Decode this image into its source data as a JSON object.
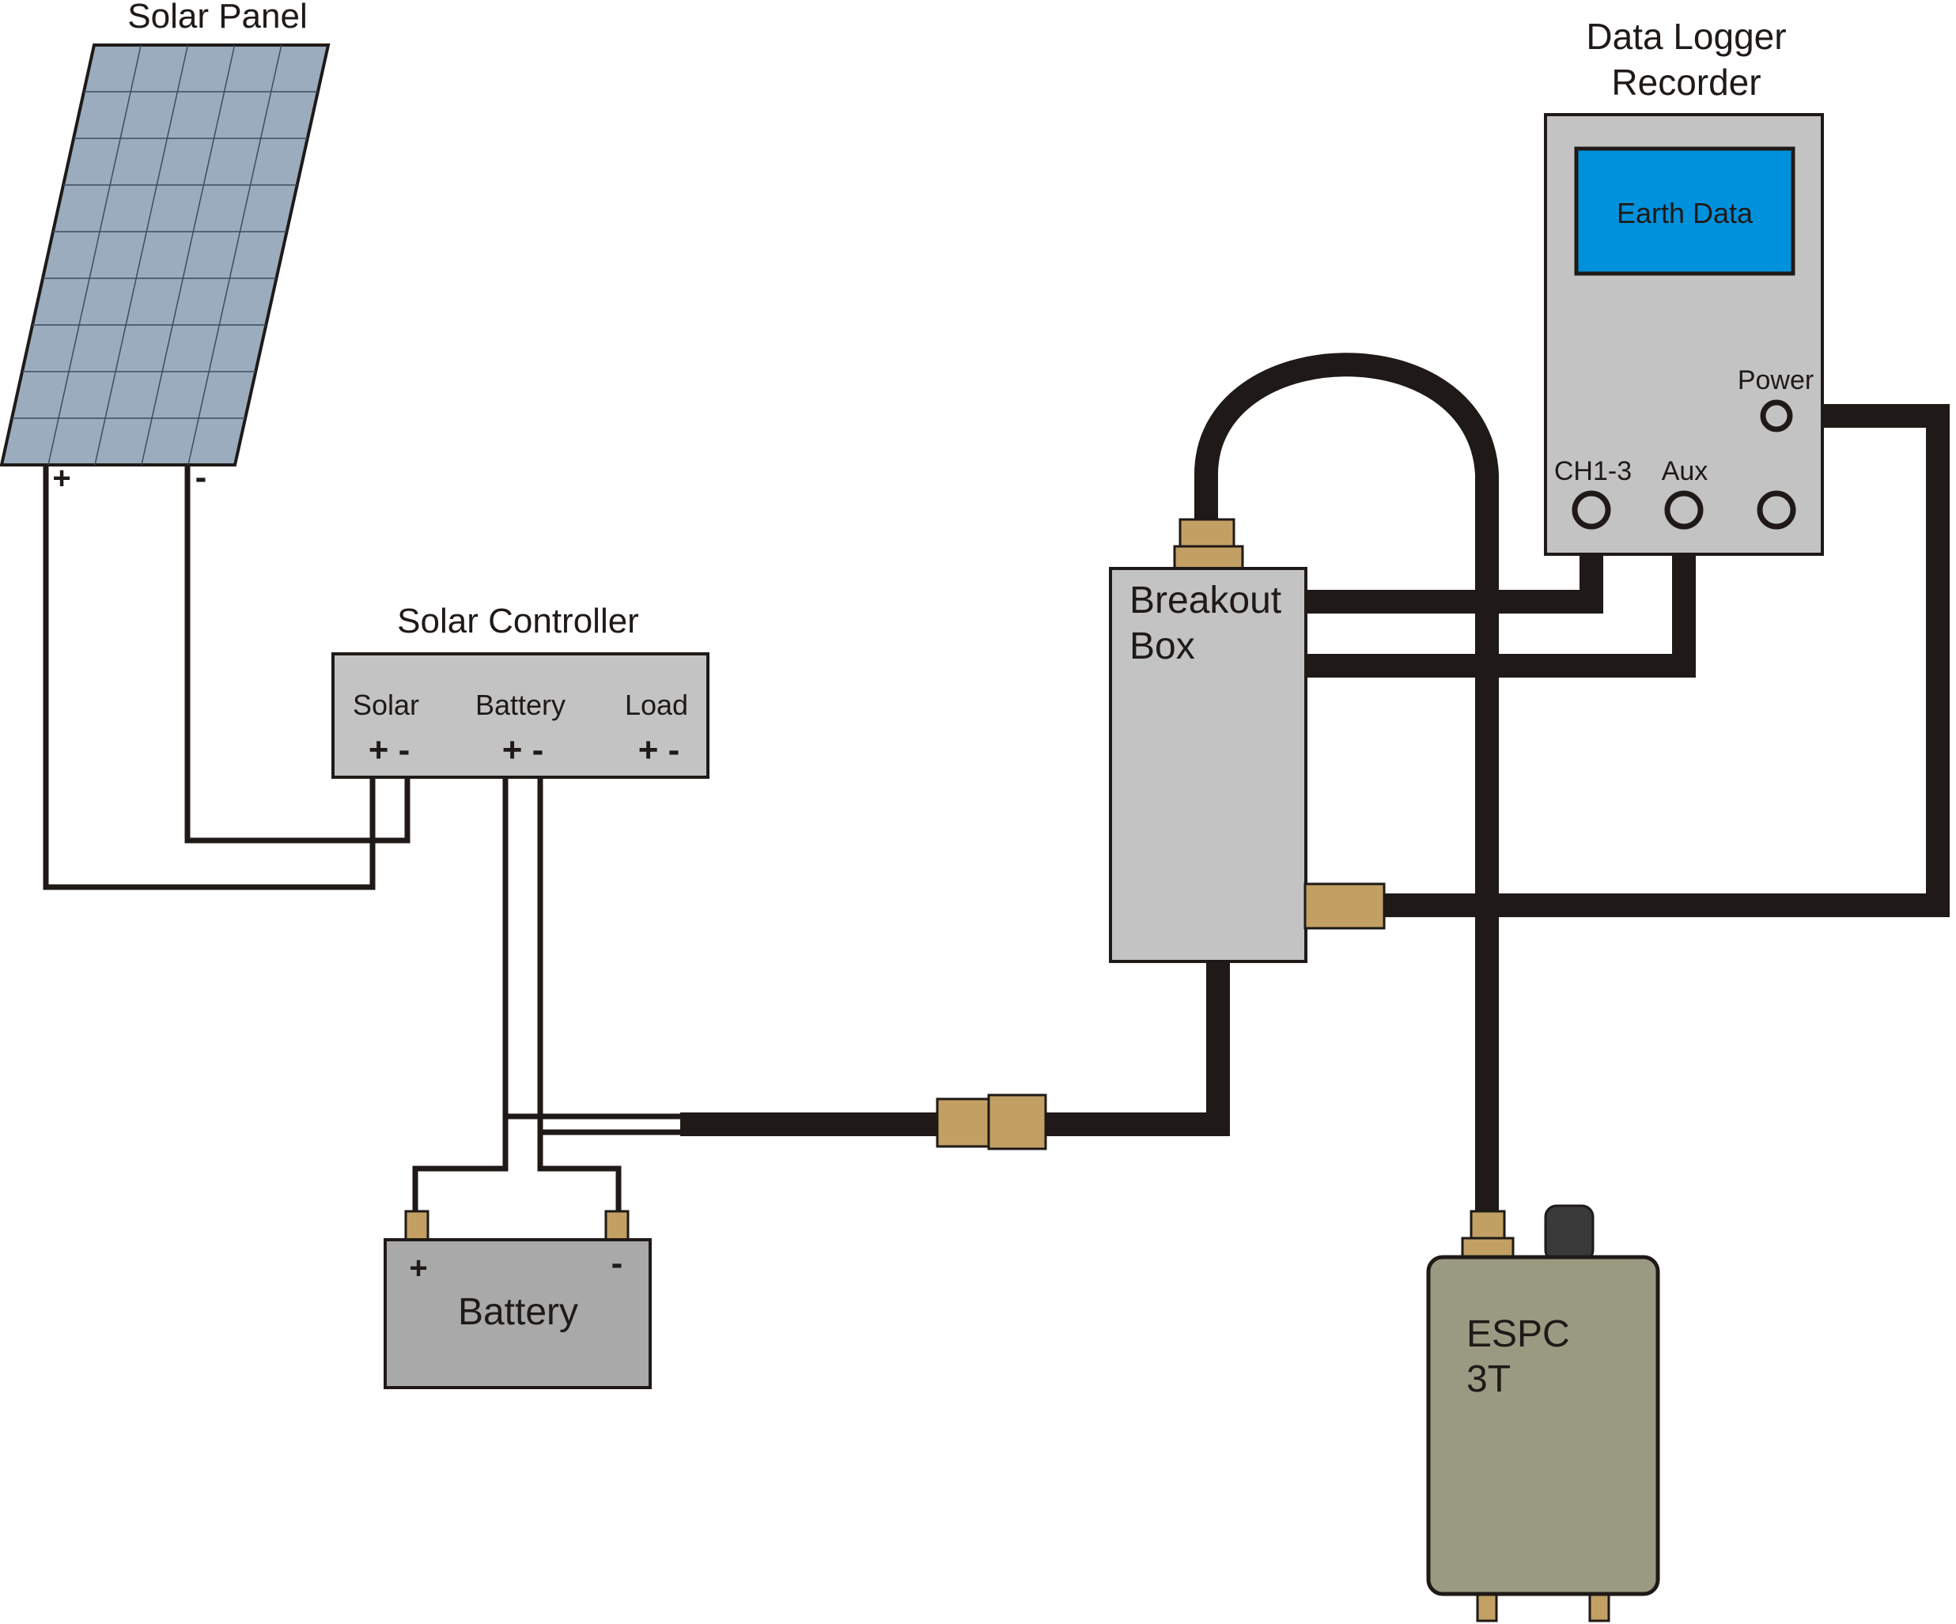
{
  "labels": {
    "solar_panel": "Solar Panel",
    "panel_plus": "+",
    "panel_minus": "-",
    "solar_controller": "Solar Controller",
    "ctrl_solar": "Solar",
    "ctrl_battery": "Battery",
    "ctrl_load": "Load",
    "ctrl_solar_pm": "+ -",
    "ctrl_battery_pm": "+ -",
    "ctrl_load_pm": "+ -",
    "battery": "Battery",
    "battery_plus": "+",
    "battery_minus": "-",
    "breakout_line1": "Breakout",
    "breakout_line2": "Box",
    "logger_title_line1": "Data Logger",
    "logger_title_line2": "Recorder",
    "logger_screen": "Earth Data",
    "logger_power": "Power",
    "logger_ch": "CH1-3",
    "logger_aux": "Aux",
    "espc_line1": "ESPC",
    "espc_line2": "3T"
  },
  "colors": {
    "panel_fill": "#9aacbd",
    "controller_fill": "#c3c3c3",
    "battery_fill": "#a9a9a9",
    "breakout_fill": "#c3c3c3",
    "logger_fill": "#c3c3c3",
    "screen_fill": "#0091dc",
    "espc_fill": "#9a9a82",
    "connector_fill": "#c2a064",
    "cable": "#1f1a17"
  }
}
